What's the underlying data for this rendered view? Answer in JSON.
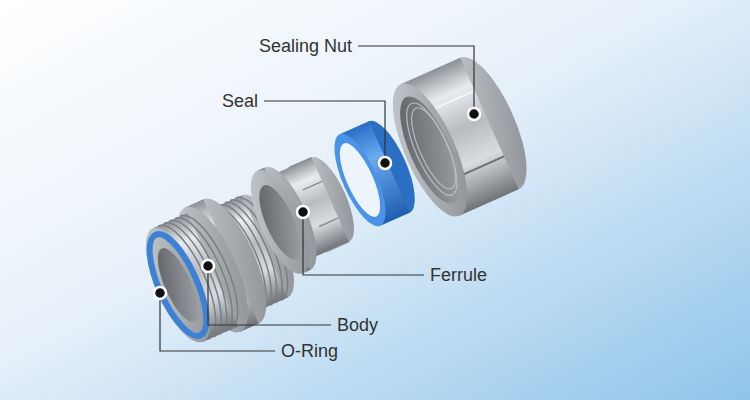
{
  "diagram": {
    "labels": [
      "Sealing Nut",
      "Seal",
      "Ferrule",
      "Body",
      "O-Ring"
    ]
  }
}
